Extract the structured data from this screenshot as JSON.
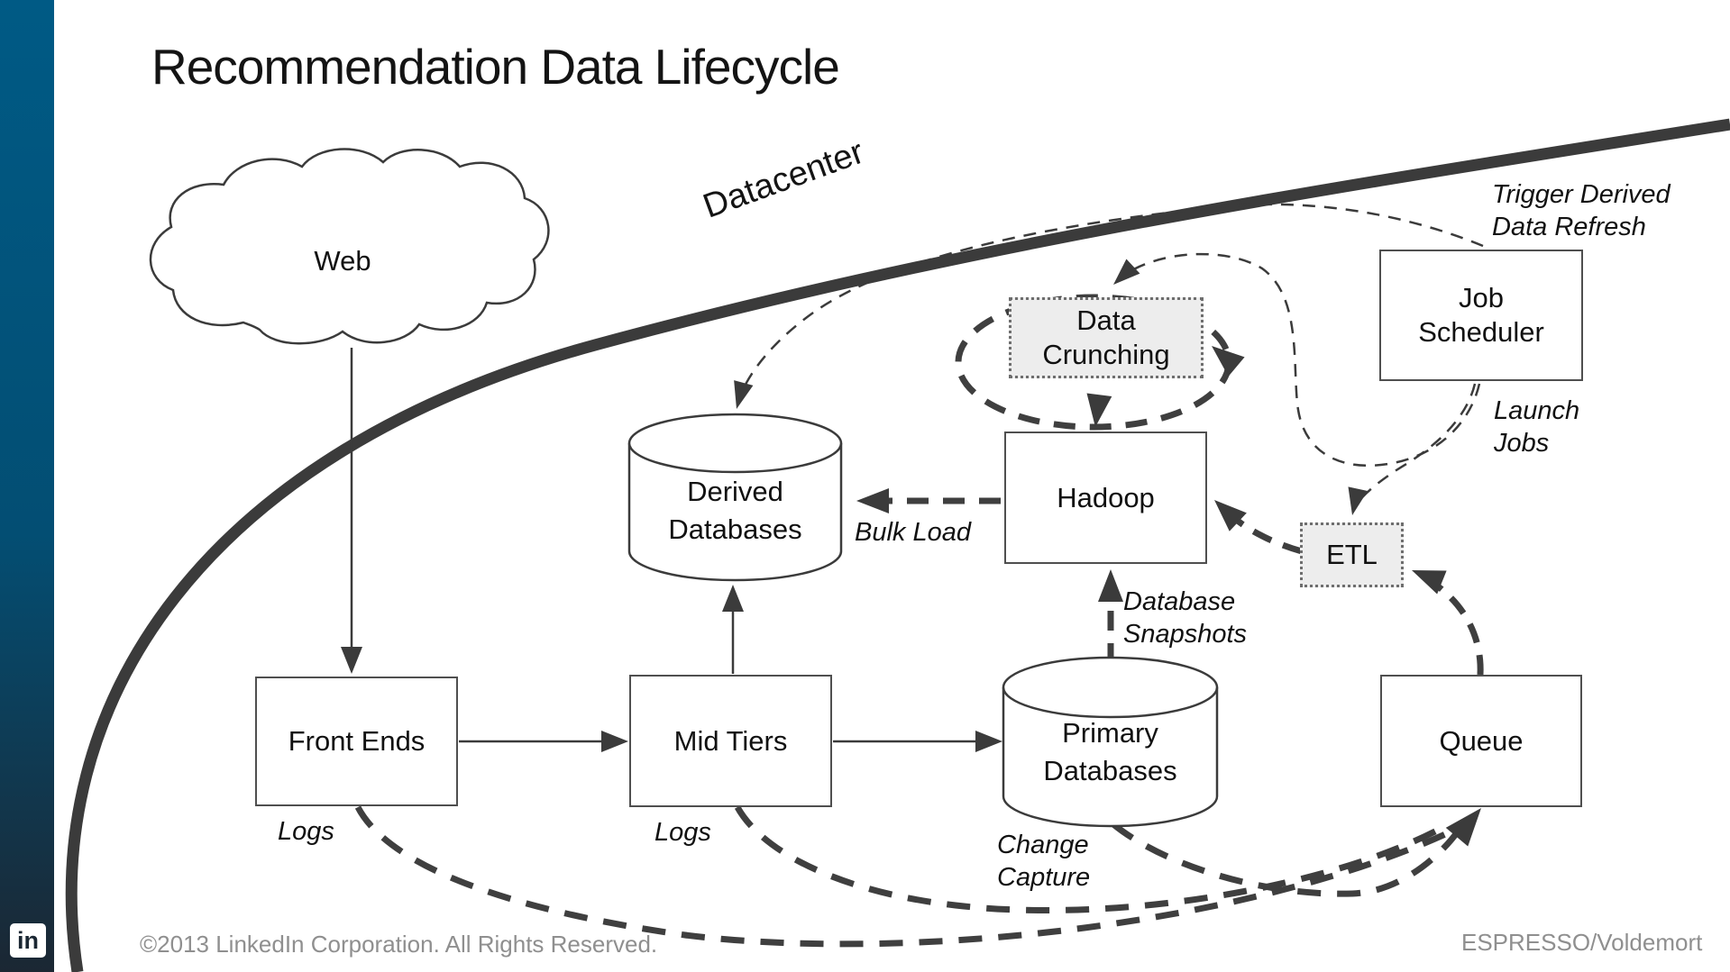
{
  "title": "Recommendation Data Lifecycle",
  "boundary_label": "Datacenter",
  "nodes": {
    "web": "Web",
    "front_ends": "Front Ends",
    "mid_tiers": "Mid Tiers",
    "derived_databases": "Derived\nDatabases",
    "primary_databases": "Primary\nDatabases",
    "hadoop": "Hadoop",
    "data_crunching": "Data\nCrunching",
    "etl": "ETL",
    "job_scheduler": "Job\nScheduler",
    "queue": "Queue"
  },
  "edge_labels": {
    "trigger": "Trigger Derived\nData Refresh",
    "launch_jobs": "Launch\nJobs",
    "bulk_load": "Bulk Load",
    "database_snapshots": "Database\nSnapshots",
    "logs_front_ends": "Logs",
    "logs_mid_tiers": "Logs",
    "change_capture": "Change\nCapture"
  },
  "footer": {
    "copyright": "©2013 LinkedIn Corporation. All Rights Reserved.",
    "technologies": "ESPRESSO/Voldemort"
  },
  "logo": {
    "text": "in"
  },
  "colors": {
    "sidebar_top": "#005a85",
    "sidebar_bottom": "#1b2733",
    "line": "#3b3b3b",
    "dotted_box_fill": "#ededed",
    "footer_text": "#8f8f8f"
  }
}
